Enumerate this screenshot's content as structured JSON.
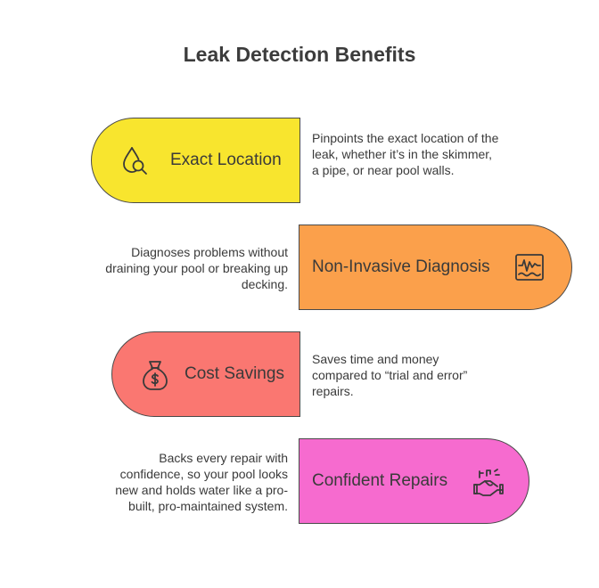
{
  "title": "Leak Detection Benefits",
  "items": [
    {
      "label": "Exact Location",
      "description": "Pinpoints the exact location of the leak, whether it’s in the skimmer, a pipe, or near pool walls.",
      "icon": "water-drop-magnifier-icon",
      "color": "#f8e52e"
    },
    {
      "label": "Non-Invasive Diagnosis",
      "description": "Diagnoses problems without draining your pool or breaking up decking.",
      "icon": "monitor-waveform-icon",
      "color": "#fba04b"
    },
    {
      "label": "Cost Savings",
      "description": "Saves time and money compared to “trial and error” repairs.",
      "icon": "money-bag-icon",
      "color": "#fa7771"
    },
    {
      "label": "Confident Repairs",
      "description": "Backs every repair with confidence, so your pool looks new and holds water like a pro-built, pro-maintained system.",
      "icon": "handshake-icon",
      "color": "#f66bcf"
    }
  ]
}
